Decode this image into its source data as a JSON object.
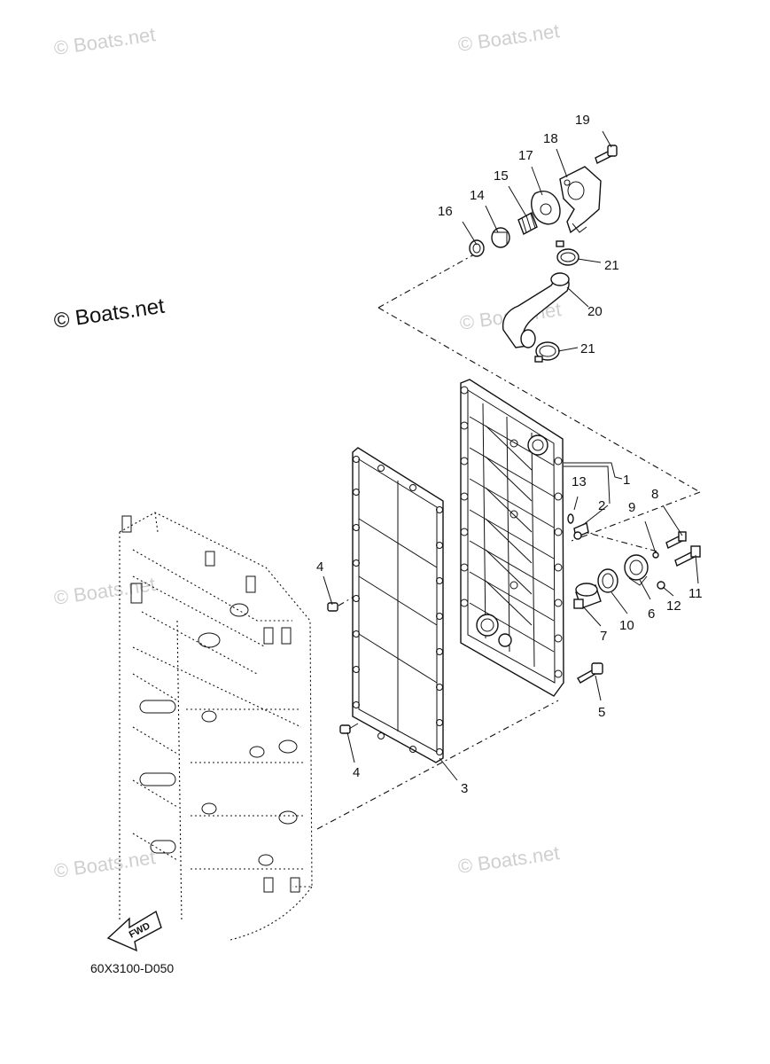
{
  "diagram": {
    "code": "60X3100-D050",
    "fwd_label": "FWD",
    "watermarks": {
      "main": "© Boats.net",
      "faint": "© Boats.net"
    },
    "callouts": [
      {
        "id": "c1",
        "label": "1"
      },
      {
        "id": "c2",
        "label": "2"
      },
      {
        "id": "c3",
        "label": "3"
      },
      {
        "id": "c4a",
        "label": "4"
      },
      {
        "id": "c4b",
        "label": "4"
      },
      {
        "id": "c5",
        "label": "5"
      },
      {
        "id": "c6",
        "label": "6"
      },
      {
        "id": "c7",
        "label": "7"
      },
      {
        "id": "c8",
        "label": "8"
      },
      {
        "id": "c9",
        "label": "9"
      },
      {
        "id": "c10",
        "label": "10"
      },
      {
        "id": "c11",
        "label": "11"
      },
      {
        "id": "c12",
        "label": "12"
      },
      {
        "id": "c13",
        "label": "13"
      },
      {
        "id": "c14",
        "label": "14"
      },
      {
        "id": "c15",
        "label": "15"
      },
      {
        "id": "c16",
        "label": "16"
      },
      {
        "id": "c17",
        "label": "17"
      },
      {
        "id": "c18",
        "label": "18"
      },
      {
        "id": "c19",
        "label": "19"
      },
      {
        "id": "c20",
        "label": "20"
      },
      {
        "id": "c21a",
        "label": "21"
      },
      {
        "id": "c21b",
        "label": "21"
      }
    ]
  }
}
